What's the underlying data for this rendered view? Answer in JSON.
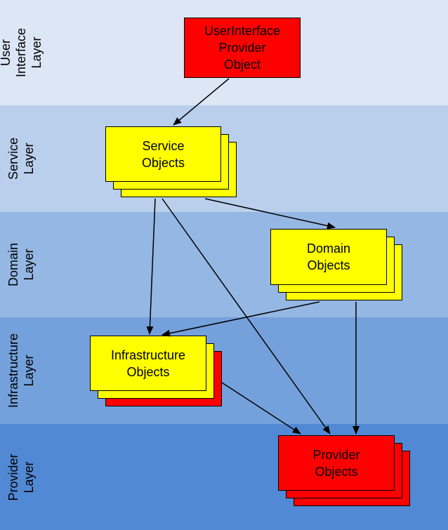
{
  "layers": [
    {
      "label": "User\nInterface\nLayer",
      "color": "#dce6f4"
    },
    {
      "label": "Service\nLayer",
      "color": "#b9cfec"
    },
    {
      "label": "Domain\nLayer",
      "color": "#95b7e4"
    },
    {
      "label": "Infrastructure\nLayer",
      "color": "#74a1dc"
    },
    {
      "label": "Provider\nLayer",
      "color": "#5289d4"
    }
  ],
  "boxes": {
    "ui_provider": "UserInterface\nProvider\nObject",
    "service": "Service\nObjects",
    "domain": "Domain\nObjects",
    "infrastructure": "Infrastructure\nObjects",
    "provider": "Provider\nObjects"
  },
  "colors": {
    "yellow": "#ffff00",
    "red": "#ff0000"
  }
}
